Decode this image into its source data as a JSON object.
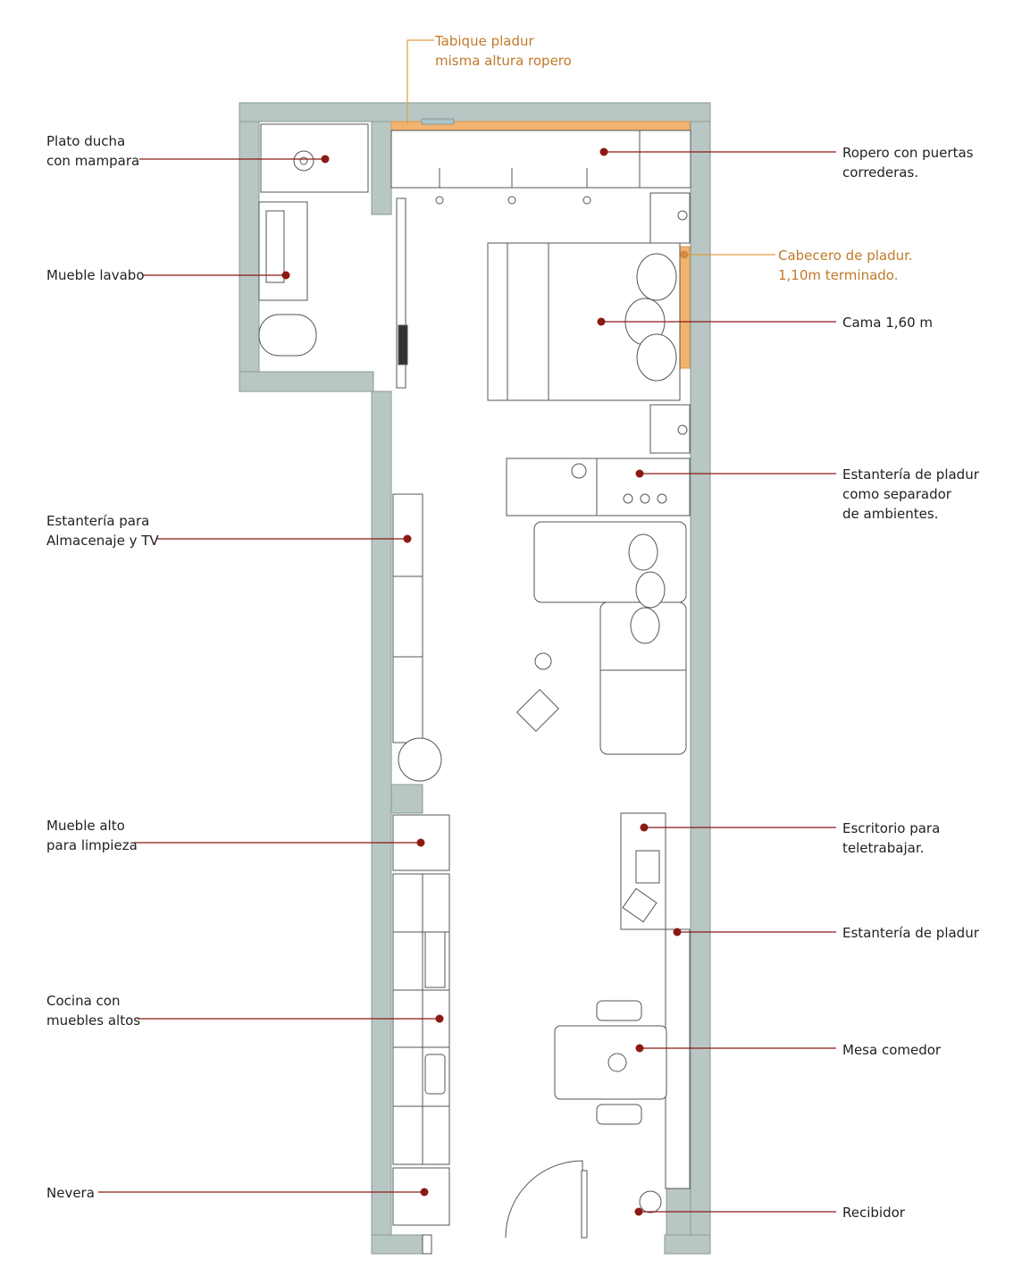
{
  "colors": {
    "wall": "#b8c7c3",
    "wall_stroke": "#8a9894",
    "partition": "#f2b36e",
    "leader": "#8b1a14",
    "leader_orange": "#e39a45",
    "furniture": "#555555",
    "text": "#222222",
    "text_orange": "#c07a2a"
  },
  "labels": {
    "tabique": "Tabique pladur\nmisma altura ropero",
    "plato_ducha": "Plato ducha\ncon mampara",
    "ropero": "Ropero con puertas\ncorrederas.",
    "cabecero": "Cabecero de pladur.\n1,10m terminado.",
    "mueble_lavabo": "Mueble lavabo",
    "cama": "Cama 1,60 m",
    "estanteria_separador": "Estantería de pladur\ncomo separador\nde ambientes.",
    "estanteria_tv": "Estantería para\nAlmacenaje y TV",
    "mueble_alto": "Mueble alto\npara limpieza",
    "escritorio": "Escritorio para\nteletrabajar.",
    "estanteria_pladur": "Estantería de pladur",
    "cocina": "Cocina con\nmuebles altos",
    "mesa_comedor": "Mesa comedor",
    "nevera": "Nevera",
    "recibidor": "Recibidor"
  },
  "icons": [
    "door-swing-icon",
    "plant-icon",
    "toilet-icon",
    "sink-icon",
    "shower-drain-icon",
    "stove-icon",
    "pillow-icon",
    "chair-icon"
  ]
}
